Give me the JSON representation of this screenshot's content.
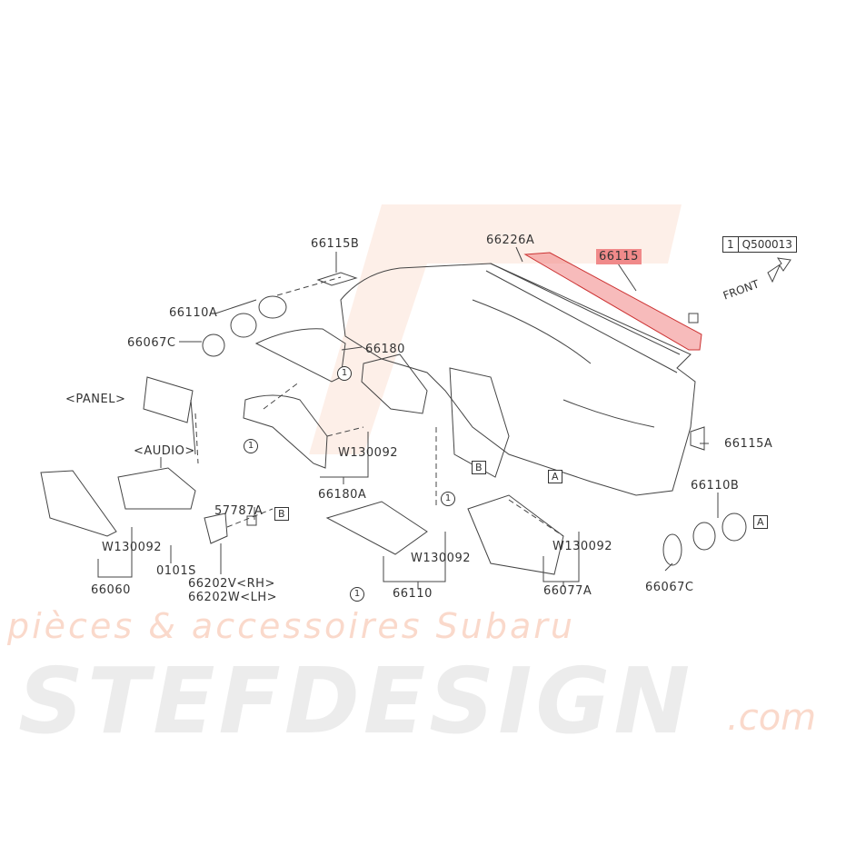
{
  "watermark": {
    "brand": "STEFDESIGN",
    "domain": ".com",
    "tagline": "pièces & accessoires Subaru"
  },
  "reference": {
    "symbol": "1",
    "part": "Q500013"
  },
  "front_label": "FRONT",
  "colors": {
    "highlight": "#f08a8a",
    "watermark_orange": "#f5aa8c",
    "line": "#333333"
  },
  "labels": {
    "p66115B": "66115B",
    "p66226A": "66226A",
    "p66115": "66115",
    "p66110A": "66110A",
    "p66067C_left": "66067C",
    "p66180": "66180",
    "panel": "<PANEL>",
    "audio": "<AUDIO>",
    "w_1": "W130092",
    "p66180A": "66180A",
    "p57787A": "57787A",
    "p66115A": "66115A",
    "p66110B": "66110B",
    "w_2": "W130092",
    "w_3": "W130092",
    "w_4": "W130092",
    "p0101S": "0101S",
    "p66060": "66060",
    "p66202V": "66202V<RH>",
    "p66202W": "66202W<LH>",
    "p66110": "66110",
    "p66077A": "66077A",
    "p66067C_right": "66067C"
  },
  "refs": {
    "B": "B",
    "A": "A",
    "one": "1"
  }
}
